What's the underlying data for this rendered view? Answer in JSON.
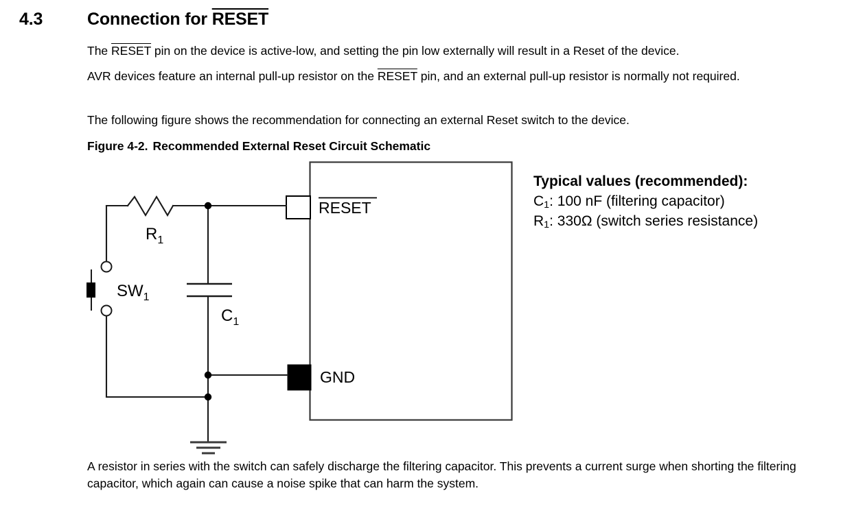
{
  "heading": {
    "number": "4.3",
    "title_prefix": "Connection for ",
    "title_overlined": "RESET"
  },
  "paragraphs": {
    "p1_a": "The ",
    "p1_ovl": "RESET",
    "p1_b": " pin on the device is active-low, and setting the pin low externally will result in a Reset of the device.",
    "p2_a": "AVR devices feature an internal pull-up resistor on the ",
    "p2_ovl": "RESET",
    "p2_b": " pin, and an external pull-up resistor is normally not required.",
    "p3": "The following figure shows the recommendation for connecting an external Reset switch to the device.",
    "p4": "A resistor in series with the switch can safely discharge the filtering capacitor. This prevents a current surge when shorting the filtering capacitor, which again can cause a noise spike that can harm the system."
  },
  "figure": {
    "caption_number": "Figure 4-2.",
    "caption_text": "Recommended External Reset Circuit Schematic",
    "labels": {
      "reset_pin": "RESET",
      "gnd_pin": "GND",
      "resistor_ref": "R",
      "resistor_sub": "1",
      "capacitor_ref": "C",
      "capacitor_sub": "1",
      "switch_ref": "SW",
      "switch_sub": "1"
    }
  },
  "typical_values": {
    "title": "Typical values (recommended):",
    "cap_ref": "C",
    "cap_sub": "1",
    "cap_text": ": 100 nF (filtering capacitor)",
    "res_ref": "R",
    "res_sub": "1",
    "res_text": ": 330Ω (switch series resistance)"
  },
  "colors": {
    "text": "#000000",
    "schematic_line": "#3a3a3a",
    "wire": "#1a1a1a",
    "background": "#ffffff"
  }
}
